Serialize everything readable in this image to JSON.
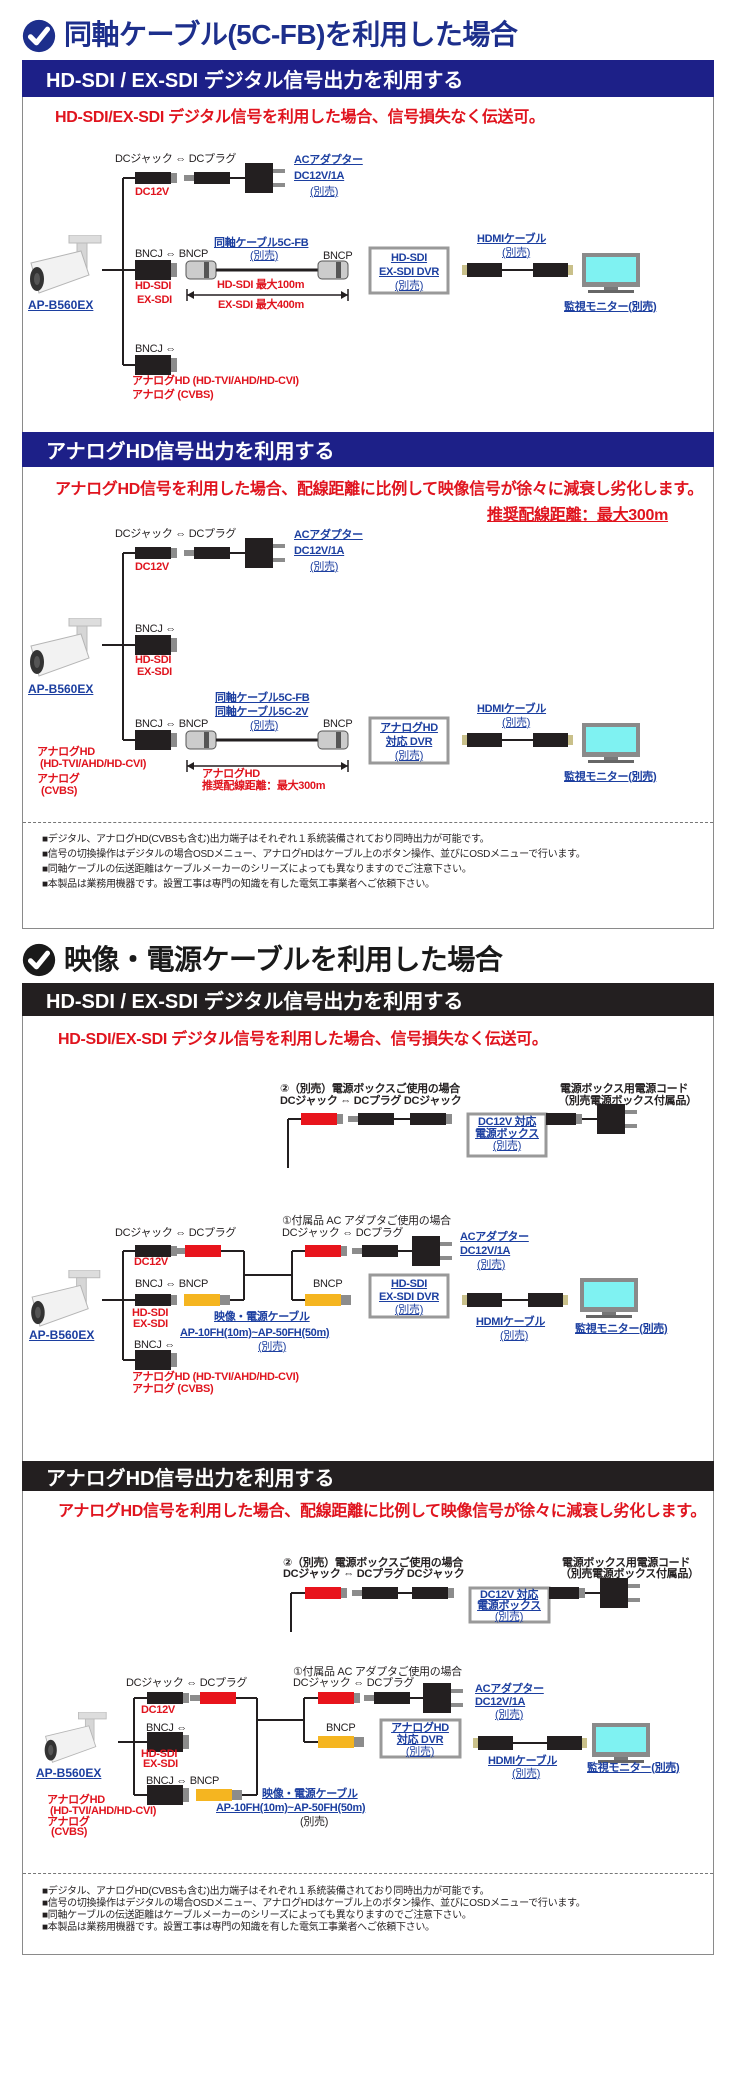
{
  "colors": {
    "section1_accent": "#1d2088",
    "section2_accent": "#231f20",
    "link_blue": "#1c3fa0",
    "warning_red": "#e0141e",
    "dc_plug_red": "#e8141c",
    "video_plug_yellow": "#f5b520",
    "monitor_screen": "#7ff2f2"
  },
  "icons": {
    "title_badge": "check-badge-icon"
  },
  "section1": {
    "title": "同軸ケーブル(5C-FB)を利用した場合",
    "digital": {
      "header": "HD-SDI / EX-SDI デジタル信号出力を利用する",
      "lead": "HD-SDI/EX-SDI デジタル信号を利用した場合、信号損失なく伝送可。",
      "dc_label": "DCジャック ⇔ DCプラグ",
      "dc12v": "DC12V",
      "ac1": "ACアダプター",
      "ac2": "DC12V/1A",
      "ac3": "(別売)",
      "bnc_label": "BNCJ ⇔ BNCP",
      "coax1": "同軸ケーブル5C-FB",
      "coax2": "(別売)",
      "bncp": "BNCP",
      "hdsdi": "HD-SDI",
      "exsdi": "EX-SDI",
      "dist1": "HD-SDI 最大100m",
      "dist2": "EX-SDI 最大400m",
      "dvr1": "HD-SDI",
      "dvr2": "EX-SDI DVR",
      "dvr3": "(別売)",
      "hdmi1": "HDMIケーブル",
      "hdmi2": "(別売)",
      "monitor": "監視モニター(別売)",
      "bncj": "BNCJ ⇔",
      "analog1": "アナログHD (HD-TVI/AHD/HD-CVI)",
      "analog2": "アナログ (CVBS)",
      "camera": "AP-B560EX"
    },
    "analog": {
      "header": "アナログHD信号出力を利用する",
      "lead": "アナログHD信号を利用した場合、配線距離に比例して映像信号が徐々に減衰し劣化します。",
      "recommend": "推奨配線距離：最大300m",
      "dc_label": "DCジャック ⇔ DCプラグ",
      "dc12v": "DC12V",
      "ac1": "ACアダプター",
      "ac2": "DC12V/1A",
      "ac3": "(別売)",
      "bncj": "BNCJ ⇔",
      "hdsdi": "HD-SDI",
      "exsdi": "EX-SDI",
      "camera": "AP-B560EX",
      "coax1": "同軸ケーブル5C-FB",
      "coax2": "同軸ケーブル5C-2V",
      "coax3": "(別売)",
      "bnc_label": "BNCJ ⇔ BNCP",
      "bncp": "BNCP",
      "red1": "アナログHD",
      "red2": "(HD-TVI/AHD/HD-CVI)",
      "red3": "アナログ",
      "red4": "(CVBS)",
      "dist1": "アナログHD",
      "dist2": "推奨配線距離：最大300m",
      "dvr1": "アナログHD",
      "dvr2": "対応 DVR",
      "dvr3": "(別売)",
      "hdmi1": "HDMIケーブル",
      "hdmi2": "(別売)",
      "monitor": "監視モニター(別売)"
    },
    "notes": [
      "■デジタル、アナログHD(CVBSも含む)出力端子はそれぞれ１系統装備されており同時出力が可能です。",
      "■信号の切換操作はデジタルの場合OSDメニュー、アナログHDはケーブル上のボタン操作、並びにOSDメニューで行います。",
      "■同軸ケーブルの伝送距離はケーブルメーカーのシリーズによっても異なりますのでご注意下さい。",
      "■本製品は業務用機器です。設置工事は専門の知識を有した電気工事業者へご依頼下さい。"
    ]
  },
  "section2": {
    "title": "映像・電源ケーブルを利用した場合",
    "digital": {
      "header": "HD-SDI / EX-SDI デジタル信号出力を利用する",
      "lead": "HD-SDI/EX-SDI デジタル信号を利用した場合、信号損失なく伝送可。",
      "opt2a": "②（別売）電源ボックスご使用の場合",
      "opt2b": "DCジャック ⇔ DCプラグ  DCジャック",
      "cord1": "電源ボックス用電源コード",
      "cord2": "（別売電源ボックス付属品）",
      "pbox1": "DC12V 対応",
      "pbox2": "電源ボックス",
      "pbox3": "(別売)",
      "opt1a": "①付属品 AC アダプタご使用の場合",
      "opt1b": "DCジャック ⇔ DCプラグ",
      "dc_label": "DCジャック ⇔ DCプラグ",
      "dc12v": "DC12V",
      "ac1": "ACアダプター",
      "ac2": "DC12V/1A",
      "ac3": "(別売)",
      "bnc_label": "BNCJ ⇔ BNCP",
      "bncp": "BNCP",
      "hdsdi": "HD-SDI",
      "exsdi": "EX-SDI",
      "cable1": "映像・電源ケーブル",
      "cable2": "AP-10FH(10m)~AP-50FH(50m)",
      "cable3": "(別売)",
      "dvr1": "HD-SDI",
      "dvr2": "EX-SDI DVR",
      "dvr3": "(別売)",
      "hdmi1": "HDMIケーブル",
      "hdmi2": "(別売)",
      "monitor": "監視モニター(別売)",
      "bncj": "BNCJ ⇔",
      "analog1": "アナログHD (HD-TVI/AHD/HD-CVI)",
      "analog2": "アナログ (CVBS)",
      "camera": "AP-B560EX"
    },
    "analog": {
      "header": "アナログHD信号出力を利用する",
      "lead": "アナログHD信号を利用した場合、配線距離に比例して映像信号が徐々に減衰し劣化します。",
      "opt2a": "②（別売）電源ボックスご使用の場合",
      "opt2b": "DCジャック ⇔ DCプラグ  DCジャック",
      "cord1": "電源ボックス用電源コード",
      "cord2": "（別売電源ボックス付属品）",
      "pbox1": "DC12V 対応",
      "pbox2": "電源ボックス",
      "pbox3": "(別売)",
      "opt1a": "①付属品 AC アダプタご使用の場合",
      "opt1b": "DCジャック ⇔ DCプラグ",
      "dc_label": "DCジャック ⇔ DCプラグ",
      "dc12v": "DC12V",
      "ac1": "ACアダプター",
      "ac2": "DC12V/1A",
      "ac3": "(別売)",
      "bncj": "BNCJ ⇔",
      "hdsdi": "HD-SDI",
      "exsdi": "EX-SDI",
      "bnc_label": "BNCJ ⇔ BNCP",
      "bncp": "BNCP",
      "cable1": "映像・電源ケーブル",
      "cable2": "AP-10FH(10m)~AP-50FH(50m)",
      "cable3": "(別売)",
      "red1": "アナログHD",
      "red2": "(HD-TVI/AHD/HD-CVI)",
      "red3": "アナログ",
      "red4": "(CVBS)",
      "dvr1": "アナログHD",
      "dvr2": "対応 DVR",
      "dvr3": "(別売)",
      "hdmi1": "HDMIケーブル",
      "hdmi2": "(別売)",
      "monitor": "監視モニター(別売)",
      "camera": "AP-B560EX"
    },
    "notes": [
      "■デジタル、アナログHD(CVBSも含む)出力端子はそれぞれ１系統装備されており同時出力が可能です。",
      "■信号の切換操作はデジタルの場合OSDメニュー、アナログHDはケーブル上のボタン操作、並びにOSDメニューで行います。",
      "■同軸ケーブルの伝送距離はケーブルメーカーのシリーズによっても異なりますのでご注意下さい。",
      "■本製品は業務用機器です。設置工事は専門の知識を有した電気工事業者へご依頼下さい。"
    ]
  }
}
